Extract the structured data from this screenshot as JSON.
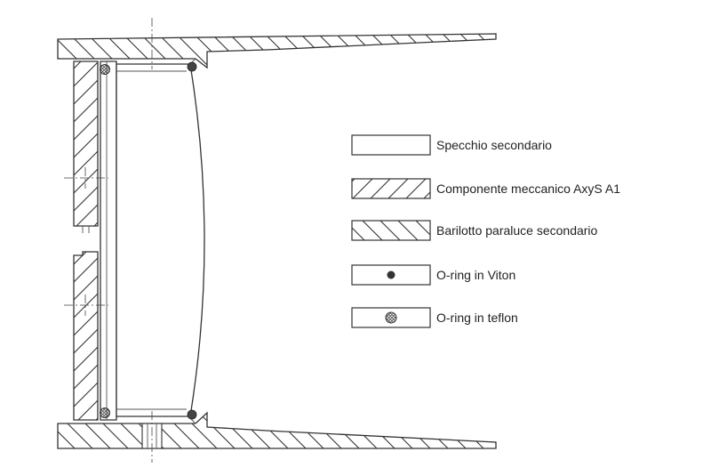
{
  "legend": {
    "items": [
      {
        "key": "mirror",
        "label": "Specchio secondario",
        "pattern": "none"
      },
      {
        "key": "axys",
        "label": "Componente meccanico AxyS A1",
        "pattern": "hatch-forward"
      },
      {
        "key": "barrel",
        "label": "Barilotto paraluce secondario",
        "pattern": "hatch-backward"
      },
      {
        "key": "viton",
        "label": "O-ring in Viton",
        "pattern": "solid-dot"
      },
      {
        "key": "teflon",
        "label": "O-ring in teflon",
        "pattern": "crosshatch-dot"
      }
    ]
  },
  "colors": {
    "line": "#333333",
    "background": "#ffffff",
    "dot": "#444444"
  }
}
